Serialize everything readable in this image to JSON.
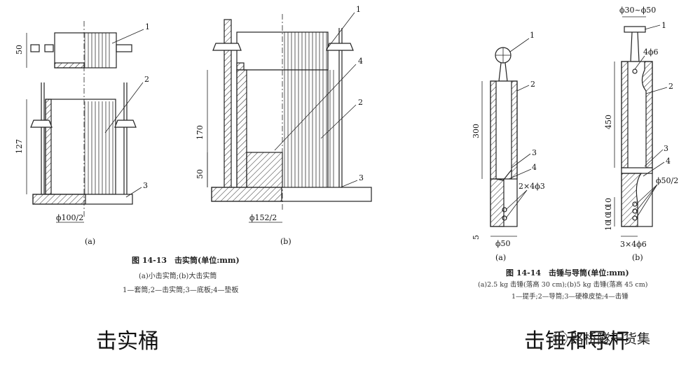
{
  "labels": {
    "fig13_left_callouts": [
      "1",
      "2",
      "3"
    ],
    "fig13_right_callouts": [
      "1",
      "4",
      "2",
      "3"
    ],
    "fig13_dims_left": [
      "50",
      "127",
      "ϕ100/2"
    ],
    "fig13_dims_right": [
      "170",
      "50",
      "ϕ152/2"
    ],
    "fig13_sub": [
      "(a)",
      "(b)"
    ],
    "fig14_left_callouts": [
      "1",
      "2",
      "3",
      "4"
    ],
    "fig14_right_callouts": [
      "1",
      "2",
      "3",
      "4"
    ],
    "fig14_dims_left": [
      "300",
      "5",
      "ϕ50",
      "2×4ϕ3"
    ],
    "fig14_dims_right": [
      "ϕ30~ϕ50",
      "4ϕ6",
      "450",
      "10",
      "10",
      "10",
      "10",
      "3×4ϕ6",
      "ϕ50/2"
    ],
    "fig14_sub": [
      "(a)",
      "(b)"
    ]
  },
  "captions": {
    "fig13_title": "图 14-13　击实筒(单位:mm)",
    "fig13_line1": "(a)小击实筒;(b)大击实筒",
    "fig13_line2": "1—套筒;2—击实筒;3—底板;4—垫板",
    "fig14_title": "图 14-14　击锤与导筒(单位:mm)",
    "fig14_line1": "(a)2.5 kg 击锤(落高 30 cm);(b)5 kg 击锤(落高 45 cm)",
    "fig14_line2": "1—提手;2—导筒;3—硬橡皮垫;4—击锤"
  },
  "headings": {
    "left": "击实桶",
    "right": "击锤和导杆"
  },
  "watermark": {
    "text": "路桥隧干货集",
    "icon": "wechat-icon"
  }
}
